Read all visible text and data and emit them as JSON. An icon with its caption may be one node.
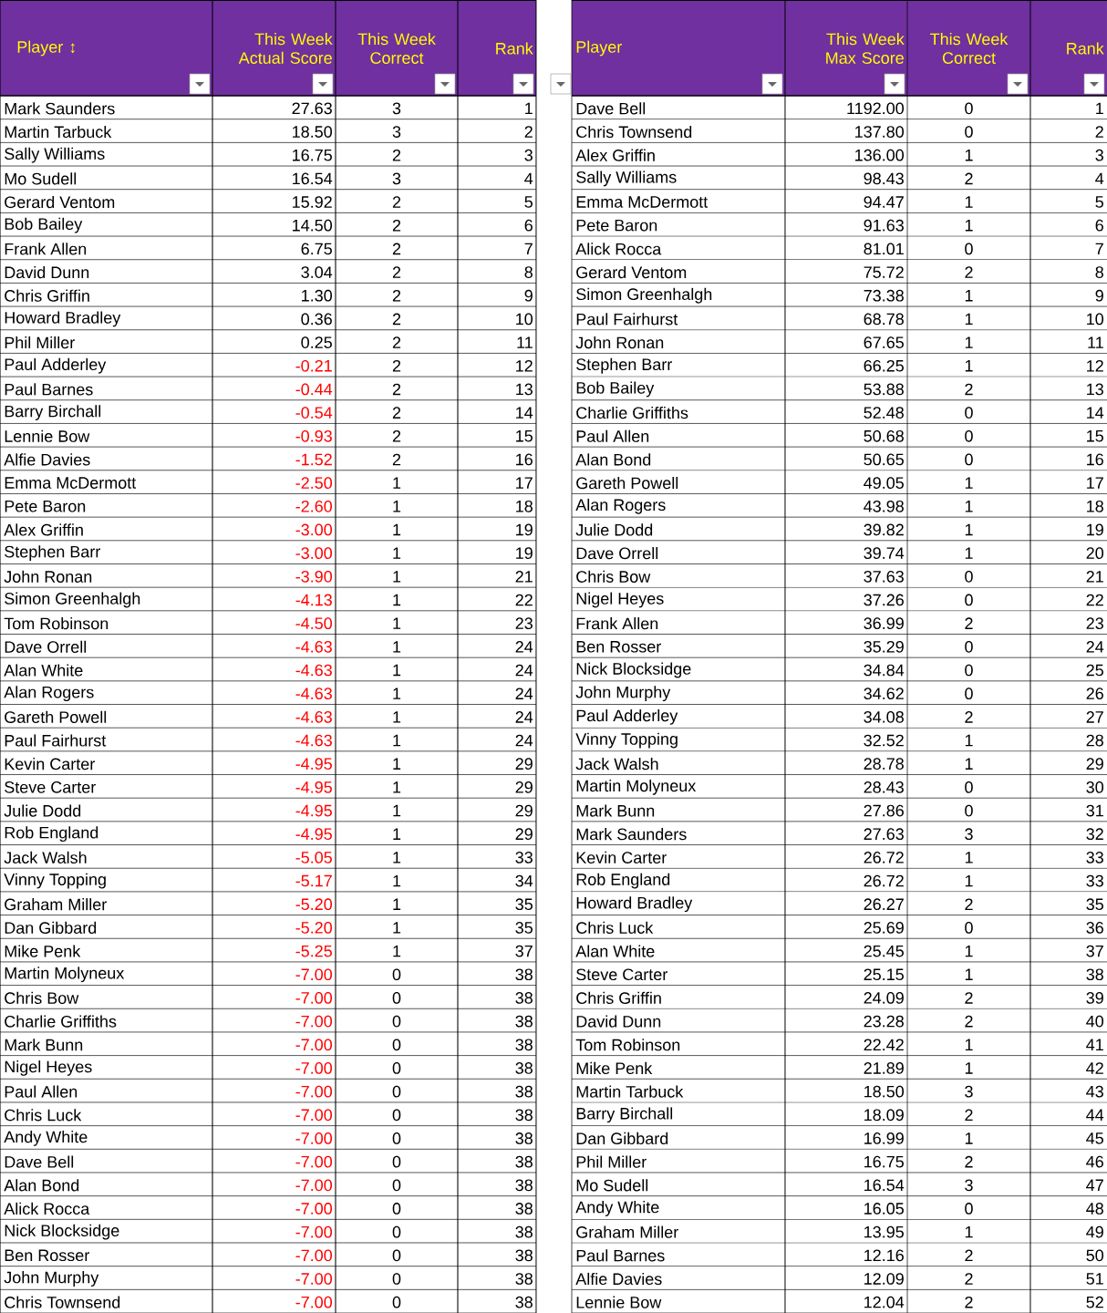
{
  "diagram": {
    "labels": [
      "Player ↕",
      "This Week Actual Score",
      "This Week Correct",
      "Rank",
      "Mark Saunders",
      "27.63",
      "3",
      "1",
      "Martin Tarbuck",
      "18.50",
      "3",
      "2",
      "Sally Williams",
      "16.75",
      "2",
      "3",
      "Mo Sudell",
      "16.54",
      "3",
      "4",
      "Gerard Ventom",
      "15.92",
      "2",
      "5",
      "Bob Bailey",
      "14.50",
      "2",
      "6",
      "Frank Allen",
      "6.75",
      "2",
      "7",
      "David Dunn",
      "3.04",
      "2",
      "8",
      "Chris Griffin",
      "1.30",
      "2",
      "9",
      "Howard Bradley",
      "0.36",
      "2",
      "10",
      "Phil Miller",
      "0.25",
      "2",
      "11",
      "Paul Adderley",
      "-0.21",
      "2",
      "12",
      "Paul Barnes",
      "-0.44",
      "2",
      "13",
      "Barry Birchall",
      "-0.54",
      "2",
      "14",
      "Lennie Bow",
      "-0.93",
      "2",
      "15",
      "Alfie Davies",
      "-1.52",
      "2",
      "16",
      "Emma McDermott",
      "-2.50",
      "1",
      "17",
      "Pete Baron",
      "-2.60",
      "1",
      "18",
      "Alex Griffin",
      "-3.00",
      "1",
      "19",
      "Stephen Barr",
      "-3.00",
      "1",
      "19",
      "John Ronan",
      "-3.90",
      "1",
      "21",
      "Simon Greenhalgh",
      "-4.13",
      "1",
      "22",
      "Tom Robinson",
      "-4.50",
      "1",
      "23",
      "Dave Orrell",
      "-4.63",
      "1",
      "24",
      "Alan White",
      "-4.63",
      "1",
      "24",
      "Alan Rogers",
      "-4.63",
      "1",
      "24",
      "Gareth Powell",
      "-4.63",
      "1",
      "24",
      "Paul Fairhurst",
      "-4.63",
      "1",
      "24",
      "Kevin Carter",
      "-4.95",
      "1",
      "29",
      "Steve Carter",
      "-4.95",
      "1",
      "29",
      "Julie Dodd",
      "-4.95",
      "1",
      "29",
      "Rob England",
      "-4.95",
      "1",
      "29",
      "Jack Walsh",
      "-5.05",
      "1",
      "33",
      "Vinny Topping",
      "-5.17",
      "1",
      "34",
      "Graham Miller",
      "-5.20",
      "1",
      "35",
      "Dan Gibbard",
      "-5.20",
      "1",
      "35",
      "Mike Penk",
      "-5.25",
      "1",
      "37",
      "Martin Molyneux",
      "-7.00",
      "0",
      "38",
      "Chris Bow",
      "-7.00",
      "0",
      "38",
      "Charlie Griffiths",
      "-7.00",
      "0",
      "38",
      "Mark Bunn",
      "-7.00",
      "0",
      "38",
      "Nigel Heyes",
      "-7.00",
      "0",
      "38",
      "Paul Allen",
      "-7.00",
      "0",
      "38",
      "Chris Luck",
      "-7.00",
      "0",
      "38",
      "Andy White",
      "-7.00",
      "0",
      "38",
      "Dave Bell",
      "-7.00",
      "0",
      "38",
      "Alan Bond",
      "-7.00",
      "0",
      "38",
      "Alick Rocca",
      "-7.00",
      "0",
      "38",
      "Nick Blocksidge",
      "-7.00",
      "0",
      "38",
      "Ben Rosser",
      "-7.00",
      "0",
      "38",
      "John Murphy",
      "-7.00",
      "0",
      "38",
      "Chris Townsend",
      "-7.00",
      "0",
      "38",
      "Player",
      "This Week Max Score",
      "This Week Correct",
      "Rank",
      "Dave Bell",
      "1192.00",
      "0",
      "1",
      "Chris Townsend",
      "137.80",
      "0",
      "2",
      "Alex Griffin",
      "136.00",
      "1",
      "3",
      "Sally Williams",
      "98.43",
      "2",
      "4",
      "Emma McDermott",
      "94.47",
      "1",
      "5",
      "Pete Baron",
      "91.63",
      "1",
      "6",
      "Alick Rocca",
      "81.01",
      "0",
      "7",
      "Gerard Ventom",
      "75.72",
      "2",
      "8",
      "Simon Greenhalgh",
      "73.38",
      "1",
      "9",
      "Paul Fairhurst",
      "68.78",
      "1",
      "10",
      "John Ronan",
      "67.65",
      "1",
      "11",
      "Stephen Barr",
      "66.25",
      "1",
      "12",
      "Bob Bailey",
      "53.88",
      "2",
      "13",
      "Charlie Griffiths",
      "52.48",
      "0",
      "14",
      "Paul Allen",
      "50.68",
      "0",
      "15",
      "Alan Bond",
      "50.65",
      "0",
      "16",
      "Gareth Powell",
      "49.05",
      "1",
      "17",
      "Alan Rogers",
      "43.98",
      "1",
      "18",
      "Julie Dodd",
      "39.82",
      "1",
      "19",
      "Dave Orrell",
      "39.74",
      "1",
      "20",
      "Chris Bow",
      "37.63",
      "0",
      "21",
      "Nigel Heyes",
      "37.26",
      "0",
      "22",
      "Frank Allen",
      "36.99",
      "2",
      "23",
      "Ben Rosser",
      "35.29",
      "0",
      "24",
      "Nick Blocksidge",
      "34.84",
      "0",
      "25",
      "John Murphy",
      "34.62",
      "0",
      "26",
      "Paul Adderley",
      "34.08",
      "2",
      "27",
      "Vinny Topping",
      "32.52",
      "1",
      "28",
      "Jack Walsh",
      "28.78",
      "1",
      "29",
      "Martin Molyneux",
      "28.43",
      "0",
      "30",
      "Mark Bunn",
      "27.86",
      "0",
      "31",
      "Mark Saunders",
      "27.63",
      "3",
      "32",
      "Kevin Carter",
      "26.72",
      "1",
      "33",
      "Rob England",
      "26.72",
      "1",
      "33",
      "Howard Bradley",
      "26.27",
      "2",
      "35",
      "Chris Luck",
      "25.69",
      "0",
      "36",
      "Alan White",
      "25.45",
      "1",
      "37",
      "Steve Carter",
      "25.15",
      "1",
      "38",
      "Chris Griffin",
      "24.09",
      "2",
      "39",
      "David Dunn",
      "23.28",
      "2",
      "40",
      "Tom Robinson",
      "22.42",
      "1",
      "41",
      "Mike Penk",
      "21.89",
      "1",
      "42",
      "Martin Tarbuck",
      "18.50",
      "3",
      "43",
      "Barry Birchall",
      "18.09",
      "2",
      "44",
      "Dan Gibbard",
      "16.99",
      "1",
      "45",
      "Phil Miller",
      "16.75",
      "2",
      "46",
      "Mo Sudell",
      "16.54",
      "3",
      "47",
      "Andy White",
      "16.05",
      "0",
      "48",
      "Graham Miller",
      "13.95",
      "1",
      "49",
      "Paul Barnes",
      "12.16",
      "2",
      "50",
      "Alfie Davies",
      "12.09",
      "2",
      "51",
      "Lennie Bow",
      "12.04",
      "2",
      "52"
    ]
  }
}
